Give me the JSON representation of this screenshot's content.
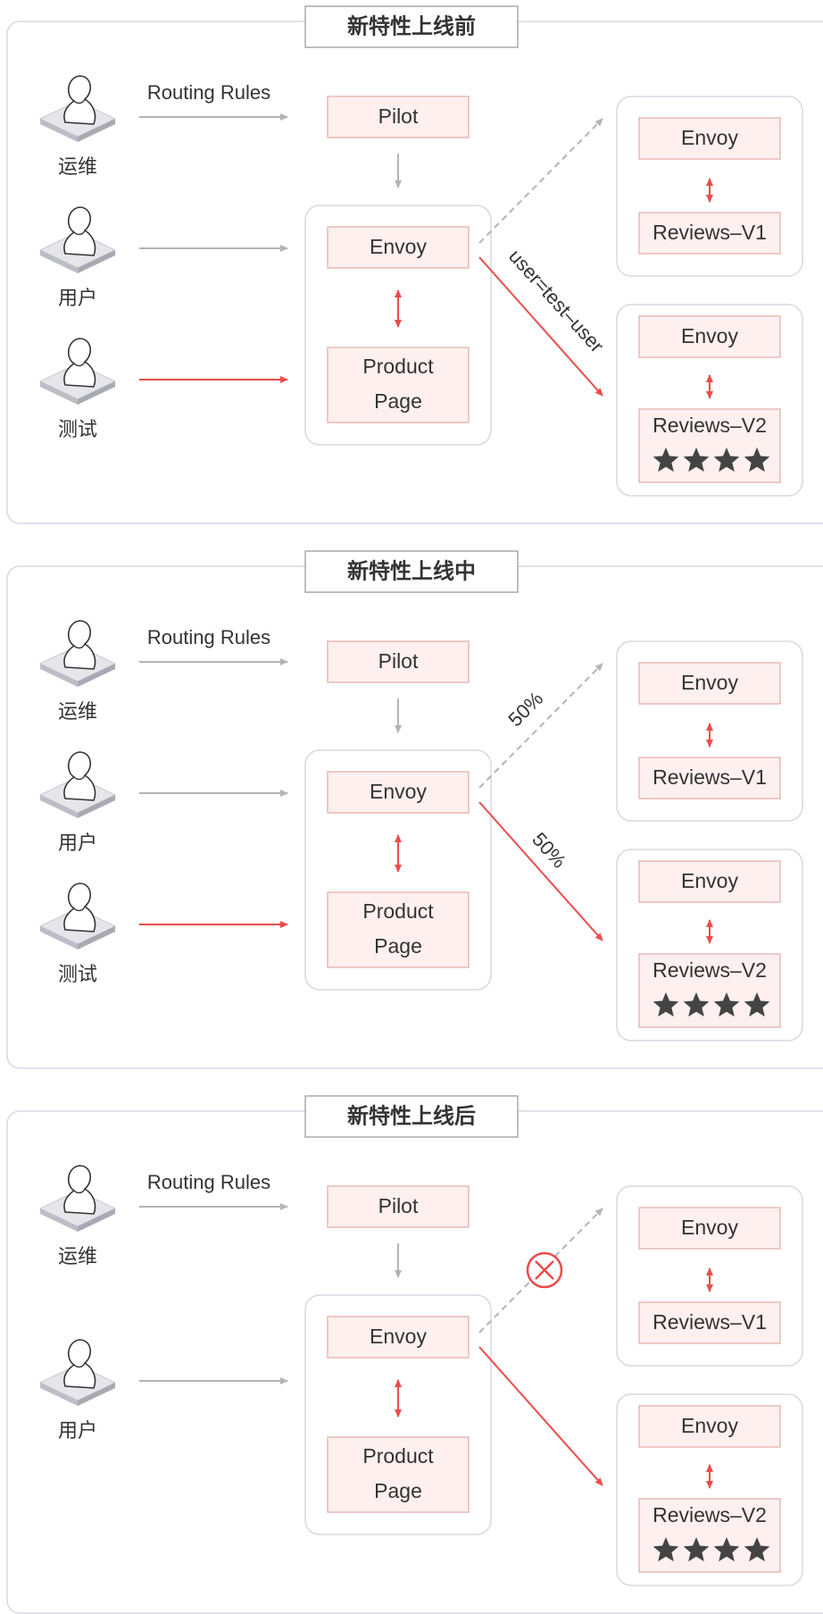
{
  "colors": {
    "gray_line": "#b4b4b4",
    "red_line": "#ee4b4b",
    "box_fill": "#fdf0ee",
    "box_border": "#e8b9b5",
    "panel_border": "#d8d8e2",
    "star": "#444444",
    "text": "#333333"
  },
  "panels": [
    {
      "title": "新特性上线前",
      "routing_label": "Routing Rules",
      "users": [
        {
          "label": "运维",
          "arrow": "gray"
        },
        {
          "label": "用户",
          "arrow": "gray"
        },
        {
          "label": "测试",
          "arrow": "red"
        }
      ],
      "pilot_label": "Pilot",
      "envoy_label": "Envoy",
      "product_label_line1": "Product",
      "product_label_line2": "Page",
      "v1": {
        "envoy_label": "Envoy",
        "reviews_label": "Reviews–V1"
      },
      "v2": {
        "envoy_label": "Envoy",
        "reviews_label": "Reviews–V2",
        "stars": 4
      },
      "route": {
        "type": "user",
        "label": "user=test–user"
      }
    },
    {
      "title": "新特性上线中",
      "routing_label": "Routing Rules",
      "users": [
        {
          "label": "运维",
          "arrow": "gray"
        },
        {
          "label": "用户",
          "arrow": "gray"
        },
        {
          "label": "测试",
          "arrow": "red"
        }
      ],
      "pilot_label": "Pilot",
      "envoy_label": "Envoy",
      "product_label_line1": "Product",
      "product_label_line2": "Page",
      "v1": {
        "envoy_label": "Envoy",
        "reviews_label": "Reviews–V1"
      },
      "v2": {
        "envoy_label": "Envoy",
        "reviews_label": "Reviews–V2",
        "stars": 4
      },
      "route": {
        "type": "split",
        "v1_label": "50%",
        "v2_label": "50%"
      }
    },
    {
      "title": "新特性上线后",
      "routing_label": "Routing Rules",
      "users": [
        {
          "label": "运维",
          "arrow": "gray"
        },
        {
          "label": "用户",
          "arrow": "gray"
        }
      ],
      "pilot_label": "Pilot",
      "envoy_label": "Envoy",
      "product_label_line1": "Product",
      "product_label_line2": "Page",
      "v1": {
        "envoy_label": "Envoy",
        "reviews_label": "Reviews–V1"
      },
      "v2": {
        "envoy_label": "Envoy",
        "reviews_label": "Reviews–V2",
        "stars": 4
      },
      "route": {
        "type": "blocked"
      }
    }
  ]
}
